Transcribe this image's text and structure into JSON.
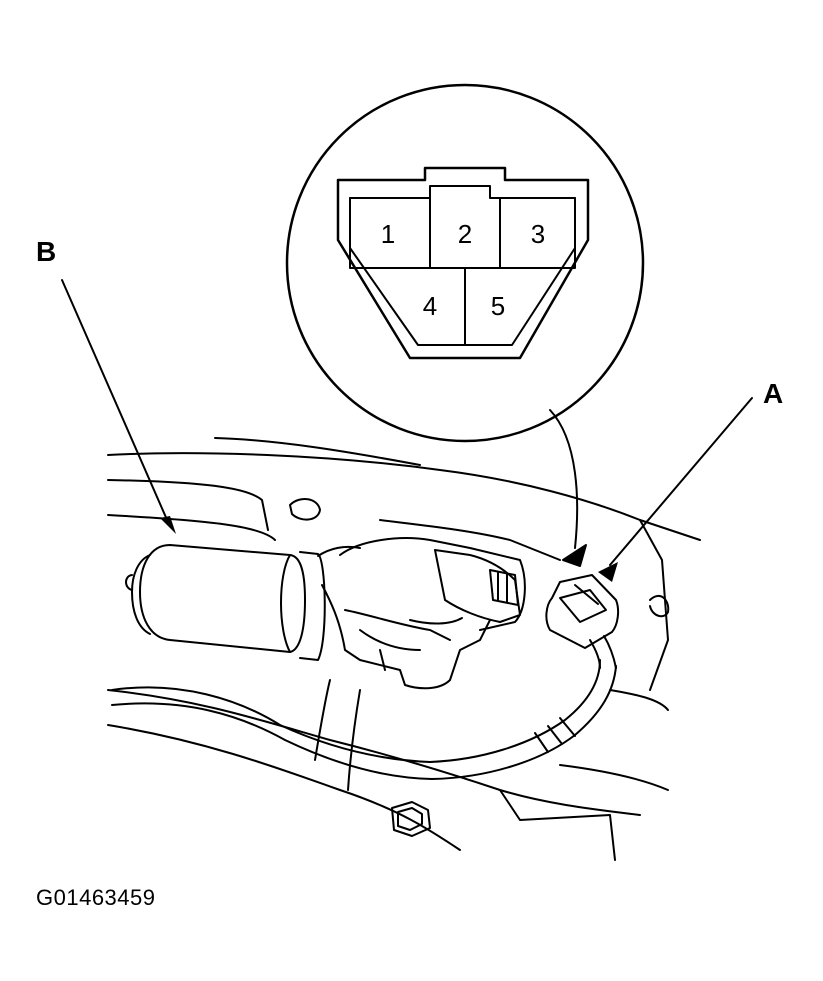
{
  "diagram": {
    "callouts": {
      "a": "A",
      "b": "B"
    },
    "connector_pins": [
      "1",
      "2",
      "3",
      "4",
      "5"
    ],
    "figure_id": "G01463459",
    "colors": {
      "line": "#000000",
      "background": "#ffffff"
    }
  }
}
